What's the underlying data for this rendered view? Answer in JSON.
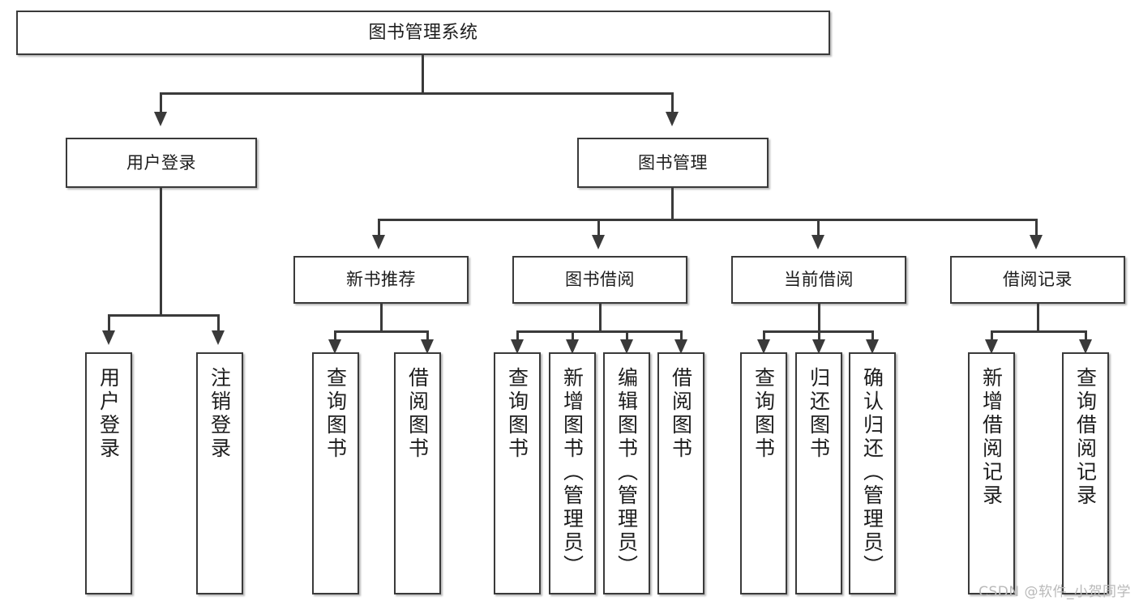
{
  "diagram": {
    "title": "图书管理系统",
    "type": "tree-hierarchy-chart",
    "theme": {
      "background": "#ffffff",
      "box_border": "#3a3a3a",
      "box_fill": "#ffffff",
      "line": "#3a3a3a",
      "text": "#1d1d1d",
      "watermark": "#b9b9b9"
    },
    "root": {
      "id": "root",
      "label": "图书管理系统"
    },
    "level2": [
      {
        "id": "user-login",
        "label": "用户登录"
      },
      {
        "id": "book-manage",
        "label": "图书管理"
      }
    ],
    "level3": [
      {
        "id": "new-book-rec",
        "label": "新书推荐"
      },
      {
        "id": "book-borrow",
        "label": "图书借阅"
      },
      {
        "id": "current-borrow",
        "label": "当前借阅"
      },
      {
        "id": "borrow-record",
        "label": "借阅记录"
      }
    ],
    "leaves": {
      "user-login": [
        {
          "id": "leaf-user-login",
          "label": "用户登录"
        },
        {
          "id": "leaf-user-logout",
          "label": "注销登录"
        }
      ],
      "new-book-rec": [
        {
          "id": "leaf-query-book-1",
          "label": "查询图书"
        },
        {
          "id": "leaf-borrow-book-1",
          "label": "借阅图书"
        }
      ],
      "book-borrow": [
        {
          "id": "leaf-query-book-2",
          "label": "查询图书"
        },
        {
          "id": "leaf-add-book",
          "label": "新增图书（管理员）"
        },
        {
          "id": "leaf-edit-book",
          "label": "编辑图书（管理员）"
        },
        {
          "id": "leaf-borrow-book-2",
          "label": "借阅图书"
        }
      ],
      "current-borrow": [
        {
          "id": "leaf-query-book-3",
          "label": "查询图书"
        },
        {
          "id": "leaf-return-book",
          "label": "归还图书"
        },
        {
          "id": "leaf-confirm-return",
          "label": "确认归还（管理员）"
        }
      ],
      "borrow-record": [
        {
          "id": "leaf-add-record",
          "label": "新增借阅记录"
        },
        {
          "id": "leaf-query-record",
          "label": "查询借阅记录"
        }
      ]
    }
  },
  "watermark": {
    "text": "CSDN @软件_小贺同学"
  }
}
